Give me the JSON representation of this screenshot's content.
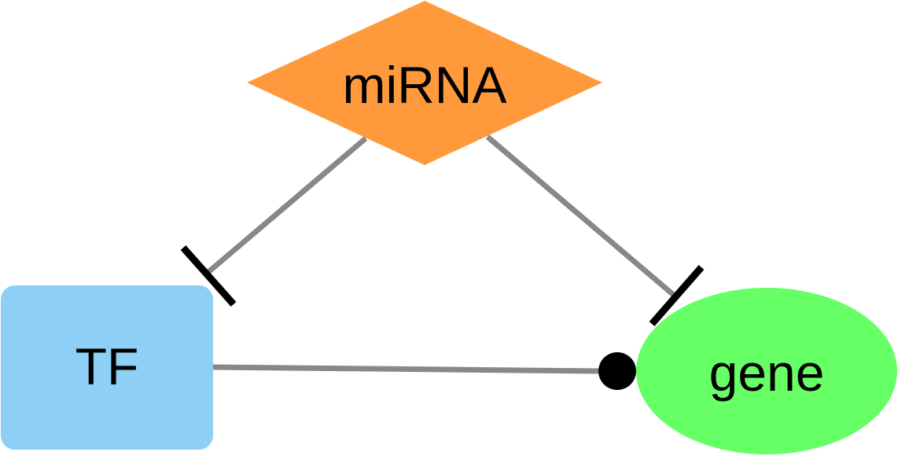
{
  "nodes": {
    "mirna": {
      "label": "miRNA",
      "shape": "diamond",
      "fill": "#FF9A3C"
    },
    "tf": {
      "label": "TF",
      "shape": "rounded-rectangle",
      "fill": "#8ED0F5"
    },
    "gene": {
      "label": "gene",
      "shape": "ellipse",
      "fill": "#66FF66"
    }
  },
  "edges": [
    {
      "from": "miRNA",
      "to": "TF",
      "type": "inhibition"
    },
    {
      "from": "miRNA",
      "to": "gene",
      "type": "inhibition"
    },
    {
      "from": "TF",
      "to": "gene",
      "type": "regulation-dot"
    }
  ],
  "colors": {
    "edge_line": "#888888",
    "edge_head": "#000000"
  }
}
